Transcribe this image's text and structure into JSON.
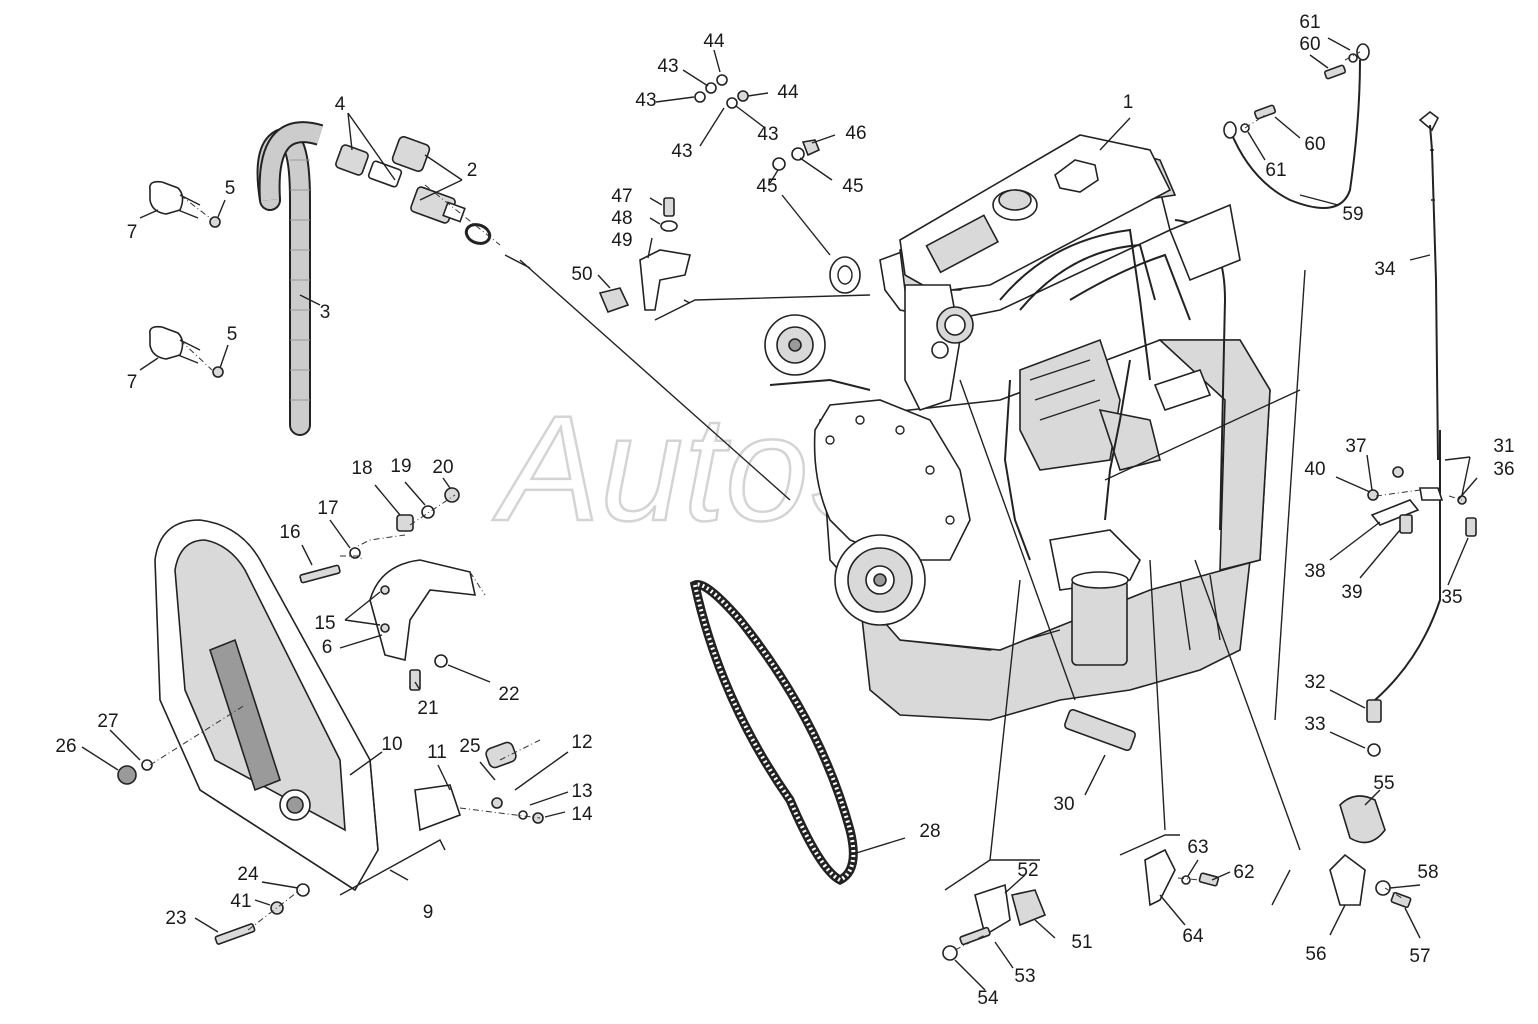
{
  "watermark": "AutoSoft",
  "callouts": [
    "1",
    "2",
    "3",
    "4",
    "5",
    "5",
    "6",
    "7",
    "7",
    "9",
    "10",
    "11",
    "12",
    "13",
    "14",
    "15",
    "16",
    "17",
    "18",
    "19",
    "20",
    "21",
    "22",
    "23",
    "24",
    "25",
    "26",
    "27",
    "28",
    "30",
    "31",
    "32",
    "33",
    "34",
    "35",
    "36",
    "37",
    "38",
    "39",
    "40",
    "41",
    "43",
    "43",
    "43",
    "43",
    "44",
    "44",
    "45",
    "45",
    "46",
    "47",
    "48",
    "49",
    "50",
    "51",
    "52",
    "53",
    "54",
    "55",
    "56",
    "57",
    "58",
    "59",
    "60",
    "60",
    "61",
    "61",
    "62",
    "63",
    "64"
  ],
  "icons": [
    "engine-icon",
    "drive-belt-icon",
    "belt-guard-icon",
    "hose-icon",
    "dipstick-icon",
    "cable-icon"
  ]
}
